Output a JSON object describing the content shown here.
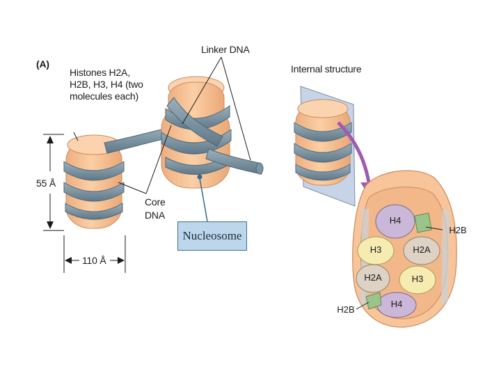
{
  "panel_label": "(A)",
  "labels": {
    "histones_line1": "Histones H2A,",
    "histones_line2": "H2B, H3, H4 (two",
    "histones_line3": "molecules each)",
    "linker_dna": "Linker DNA",
    "internal_structure": "Internal structure",
    "core_line1": "Core",
    "core_line2": "DNA",
    "height_dim": "55 Å",
    "width_dim": "110 Å",
    "nucleosome": "Nucleosome"
  },
  "histone_core": {
    "h4_top": "H4",
    "h3_left": "H3",
    "h2a_right": "H2A",
    "h2a_left": "H2A",
    "h3_right": "H3",
    "h4_bottom": "H4",
    "h2b_right": "H2B",
    "h2b_left": "H2B"
  },
  "colors": {
    "histone_peach": "#f8c49a",
    "histone_shadow": "#e9a978",
    "dna_gray": "#7c95a6",
    "dna_dark": "#4f6675",
    "arrow_purple": "#a05ab0",
    "h4_lilac": "#cbb7d8",
    "h3_yellow": "#f6ebb0",
    "h2a_tan": "#ddd2c4",
    "h2b_green": "#9cc48a",
    "nucleosome_box": "#bcd7ec"
  }
}
